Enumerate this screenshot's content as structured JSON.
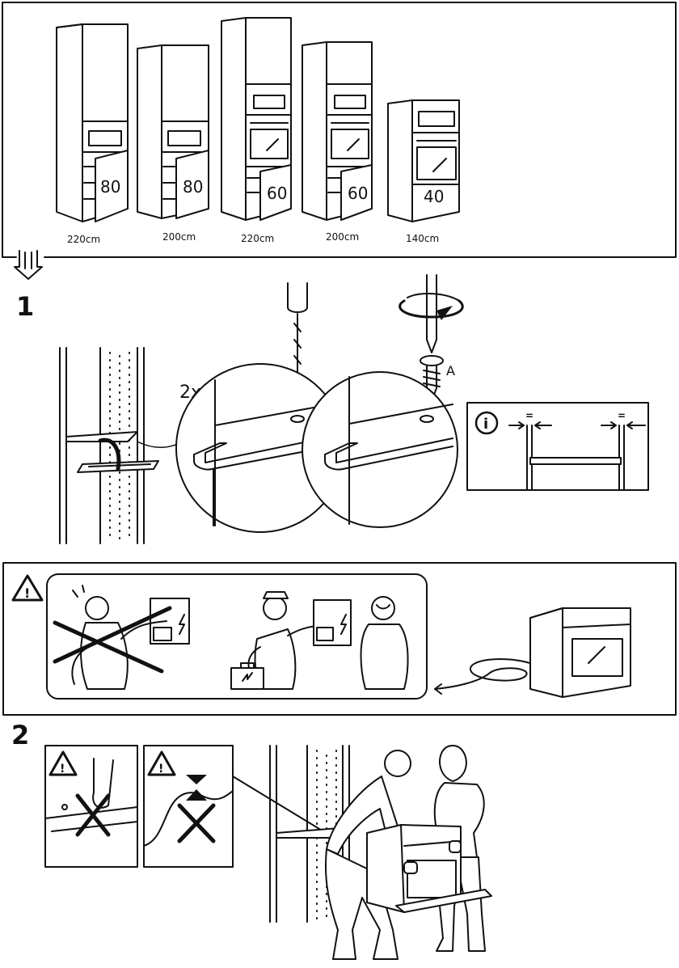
{
  "cabinets": [
    {
      "height_label": "220cm",
      "size_label": "80"
    },
    {
      "height_label": "200cm",
      "size_label": "80"
    },
    {
      "height_label": "220cm",
      "size_label": "60"
    },
    {
      "height_label": "200cm",
      "size_label": "60"
    },
    {
      "height_label": "140cm",
      "size_label": "40"
    }
  ],
  "step1": {
    "number": "1",
    "quantity": "2x",
    "screw_label": "A",
    "info_symbol": "i",
    "equal_mark": "="
  },
  "warning_symbol": "!",
  "step2": {
    "number": "2"
  },
  "icons": {
    "next_arrow": "down-arrow-icon",
    "warning": "warning-triangle-icon",
    "info": "info-circle-icon",
    "prohibited": "cross-icon"
  }
}
